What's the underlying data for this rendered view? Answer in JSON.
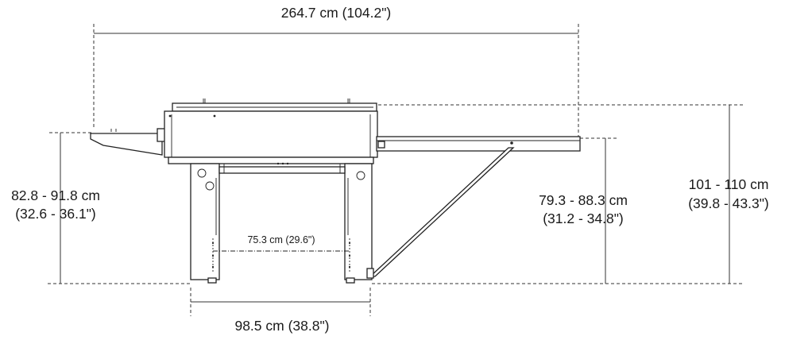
{
  "dimensions": {
    "overall_length": "264.7 cm (104.2\")",
    "infeed_height_cm": "82.8 - 91.8 cm",
    "infeed_height_in": "(32.6 - 36.1\")",
    "inner_leg_span": "75.3 cm (29.6\")",
    "outer_leg_span": "98.5 cm (38.8\")",
    "outfeed_height_cm": "79.3 - 88.3 cm",
    "outfeed_height_in": "(31.2 - 34.8\")",
    "top_height_cm": "101 - 110 cm",
    "top_height_in": "(39.8 - 43.3\")"
  }
}
